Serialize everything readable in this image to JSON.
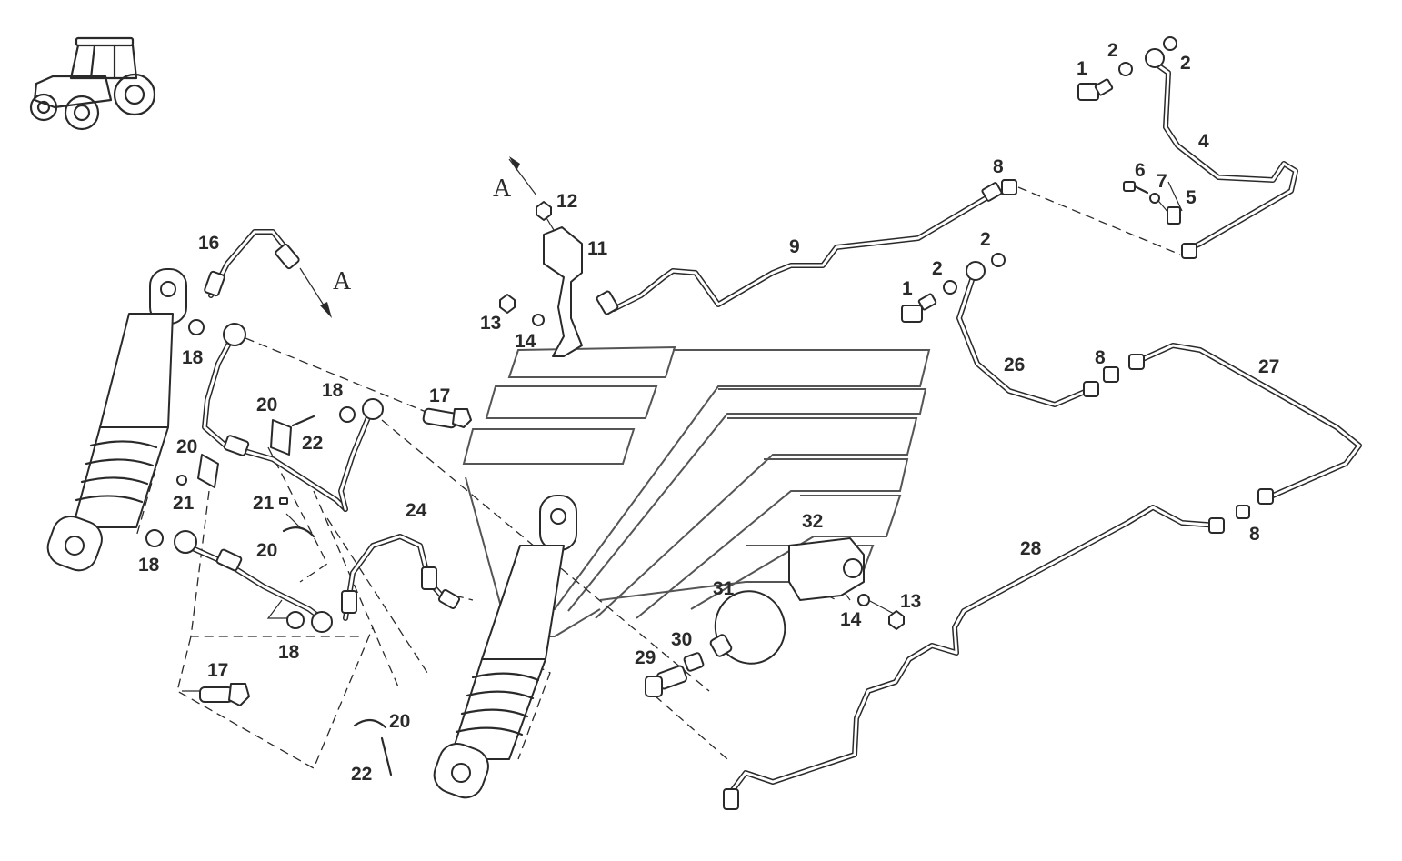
{
  "callouts": {
    "n1": "1",
    "n2": "2",
    "n4": "4",
    "n5": "5",
    "n6": "6",
    "n7": "7",
    "n8": "8",
    "n9": "9",
    "n11": "11",
    "n12": "12",
    "n13": "13",
    "n14": "14",
    "n16": "16",
    "n17": "17",
    "n18": "18",
    "n20": "20",
    "n21": "21",
    "n22": "22",
    "n24": "24",
    "n26": "26",
    "n27": "27",
    "n28": "28",
    "n29": "29",
    "n30": "30",
    "n31": "31",
    "n32": "32"
  },
  "view_marker": "A",
  "icons": {
    "vehicle": "tractor-icon",
    "watermark": "logo-watermark"
  }
}
